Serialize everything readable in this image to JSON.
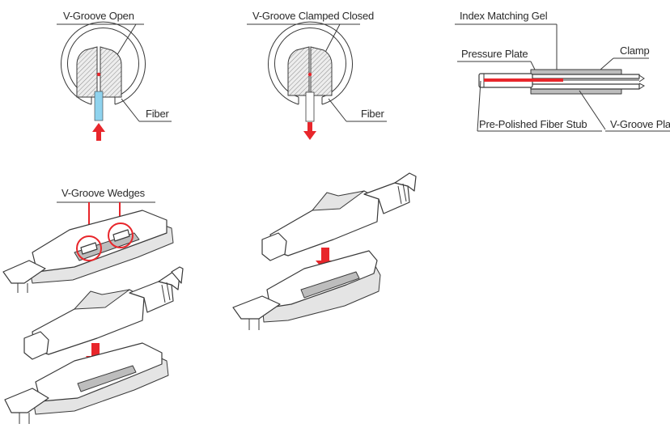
{
  "labels": {
    "vgroove_open": "V-Groove Open",
    "vgroove_clamped": "V-Groove Clamped Closed",
    "fiber_open": "Fiber",
    "fiber_closed": "Fiber",
    "index_gel": "Index Matching Gel",
    "pressure_plate": "Pressure Plate",
    "clamp": "Clamp",
    "fiber_stub": "Pre-Polished Fiber Stub",
    "vgroove_plate": "V-Groove Plate",
    "vgroove_wedges": "V-Groove Wedges"
  },
  "colors": {
    "accent_red": "#e8262b",
    "fiber_blue": "#8fd3ee",
    "line": "#3a3a3a",
    "hatch_gray": "#cfcfcf"
  },
  "icons": {
    "arrow_up": "arrow-up-icon",
    "arrow_down": "arrow-down-icon"
  }
}
